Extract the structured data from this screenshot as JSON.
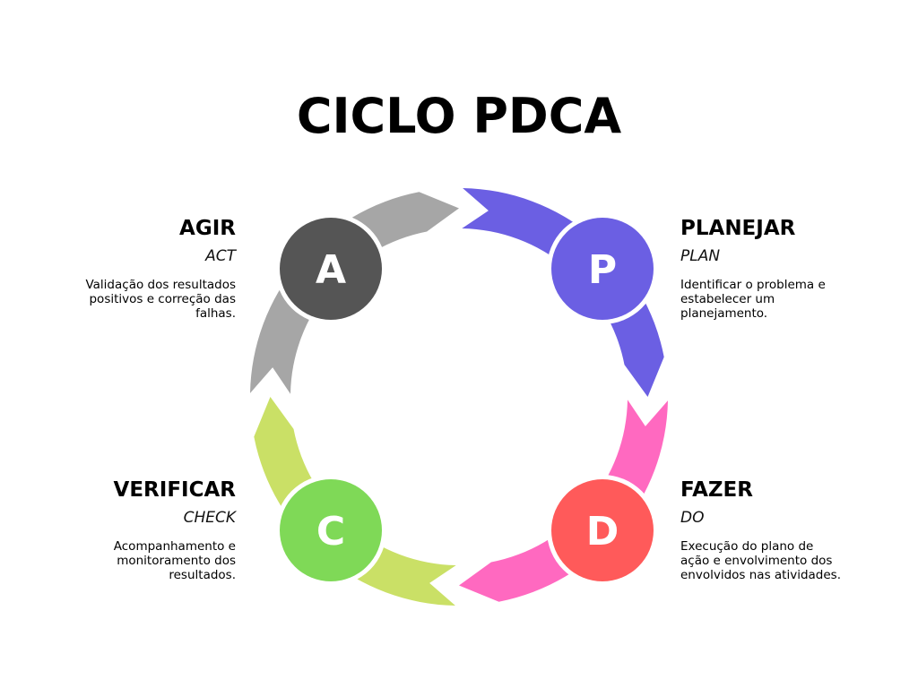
{
  "title": "CICLO PDCA",
  "colors": {
    "plan": "#6B5FE3",
    "do_arrow": "#FF69C0",
    "do_circle": "#FF5A5A",
    "check_arrow": "#CAE066",
    "check_circle": "#7FD957",
    "act_arrow": "#A6A6A6",
    "act_circle": "#555555"
  },
  "stages": [
    {
      "key": "plan",
      "letter": "P",
      "heading": "PLANEJAR",
      "english": "PLAN",
      "description": [
        "Identificar o problema e",
        "estabelecer um",
        "planejamento."
      ]
    },
    {
      "key": "do",
      "letter": "D",
      "heading": "FAZER",
      "english": "DO",
      "description": [
        "Execução do plano de",
        "ação e envolvimento dos",
        "envolvidos nas atividades."
      ]
    },
    {
      "key": "check",
      "letter": "C",
      "heading": "VERIFICAR",
      "english": "CHECK",
      "description": [
        "Acompanhamento e",
        "monitoramento dos",
        "resultados."
      ]
    },
    {
      "key": "act",
      "letter": "A",
      "heading": "AGIR",
      "english": "ACT",
      "description": [
        "Validação dos resultados",
        "positivos e correção das",
        "falhas."
      ]
    }
  ]
}
